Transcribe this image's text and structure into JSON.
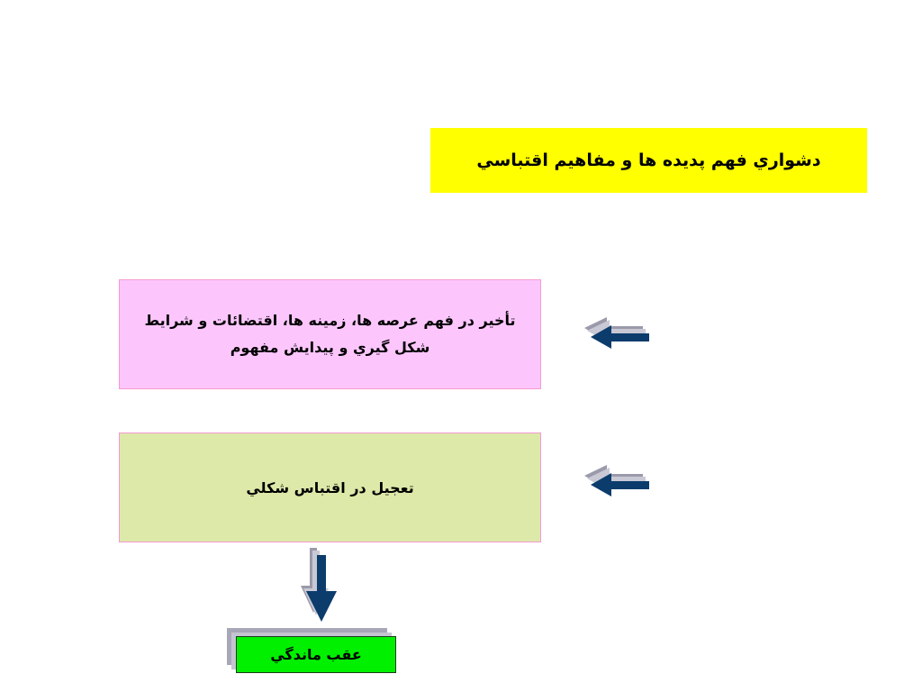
{
  "title": "دشواري فهم  پديده ها و مفاهيم اقتباسي",
  "cause_1": {
    "line1": "تأخير در فهم عرصه ها، زمينه ها، اقتضائات و شرايط",
    "line2": "شكل گيري و پيدايش مفهوم"
  },
  "cause_2": "تعجيل در اقتباس شكلي",
  "result": "عقب ماندگي",
  "colors": {
    "title_bg": "#ffff00",
    "cause_1_bg": "#fcc6fc",
    "cause_2_bg": "#dde9a9",
    "result_bg": "#00f000",
    "arrow": "#0c3c6c"
  }
}
